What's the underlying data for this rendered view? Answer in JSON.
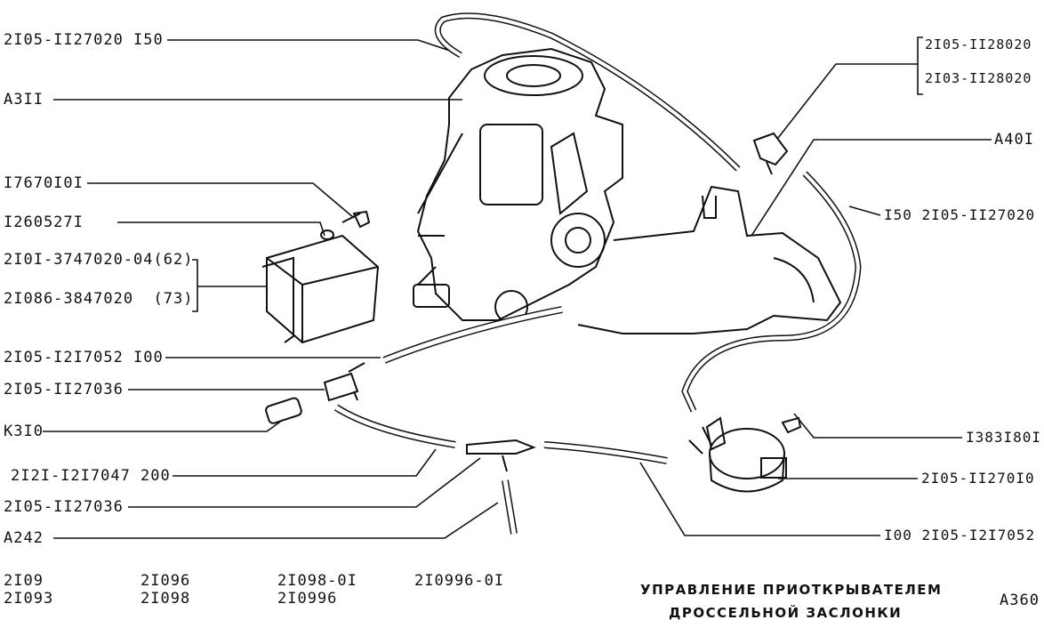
{
  "callouts": {
    "c1": "2I05-II27020 I50",
    "c2": "A3II",
    "c3": "I7670I0I",
    "c4": "I260527I",
    "c5": "2I0I-3747020-04(62)",
    "c6": "2I086-3847020  (73)",
    "c7": "2I05-I2I7052 I00",
    "c8": "2I05-II27036",
    "c9": "К3I0",
    "c10": "2I2I-I2I7047 200",
    "c11": "2I05-II27036",
    "c12": "A242",
    "r1": "2I05-II28020",
    "r2": "2I03-II28020",
    "r3": "A40I",
    "r4": "I50 2I05-II27020",
    "r5": "I383I80I",
    "r6": "2I05-II270I0",
    "r7": "I00 2I05-I2I7052"
  },
  "models": [
    "2I09",
    "2I093",
    "2I096",
    "2I098",
    "2I098-0I",
    "2I0996",
    "2I0996-0I"
  ],
  "title": {
    "line1": "УПРАВЛЕНИЕ ПРИОТКРЫВАТЕЛЕМ",
    "line2": "ДРОССЕЛЬНОЙ ЗАСЛОНКИ"
  },
  "page_code": "A360"
}
